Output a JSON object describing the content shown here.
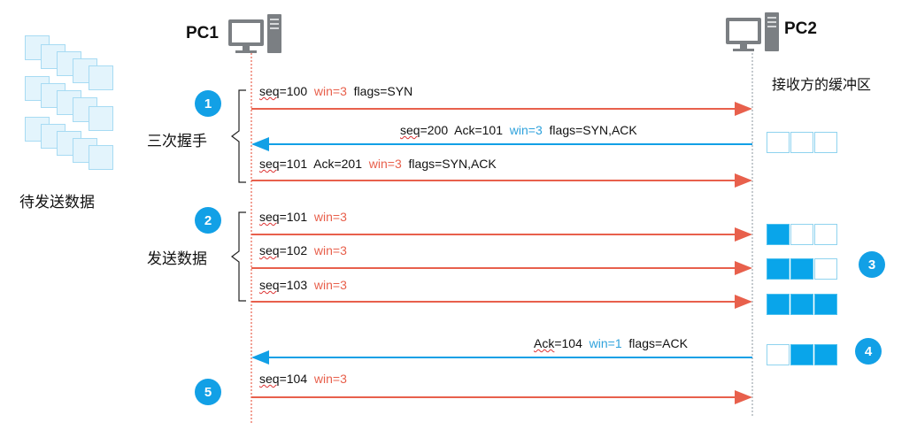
{
  "hosts": {
    "pc1": "PC1",
    "pc2": "PC2"
  },
  "pending_data_label": "待发送数据",
  "buffer_label": "接收方的缓冲区",
  "phases": {
    "handshake": "三次握手",
    "send": "发送数据"
  },
  "badges": [
    "1",
    "2",
    "3",
    "4",
    "5"
  ],
  "messages": [
    {
      "seq": "seq",
      "rest": "=100",
      "win": "win=3",
      "tail": "flags=SYN"
    },
    {
      "seq": "seq",
      "rest": "=200  Ack=101",
      "win": "win=3",
      "tail": "flags=SYN,ACK"
    },
    {
      "seq": "seq",
      "rest": "=101  Ack=201",
      "win": "win=3",
      "tail": "flags=SYN,ACK"
    },
    {
      "seq": "seq",
      "rest": "=101",
      "win": "win=3",
      "tail": ""
    },
    {
      "seq": "seq",
      "rest": "=102",
      "win": "win=3",
      "tail": ""
    },
    {
      "seq": "seq",
      "rest": "=103",
      "win": "win=3",
      "tail": ""
    },
    {
      "seq": "Ack",
      "rest": "=104",
      "win": "win=1",
      "tail": "flags=ACK"
    },
    {
      "seq": "seq",
      "rest": "=104",
      "win": "win=3",
      "tail": ""
    }
  ],
  "buffer_states": [
    [
      false,
      false,
      false
    ],
    [
      true,
      false,
      false
    ],
    [
      true,
      true,
      false
    ],
    [
      true,
      true,
      true
    ],
    [
      false,
      true,
      true
    ]
  ],
  "colors": {
    "send_arrow": "#e8604c",
    "ack_arrow": "#12a0e6",
    "badge": "#12a0e6",
    "buffer_full": "#09a5ea",
    "buffer_empty": "#ffffff"
  }
}
